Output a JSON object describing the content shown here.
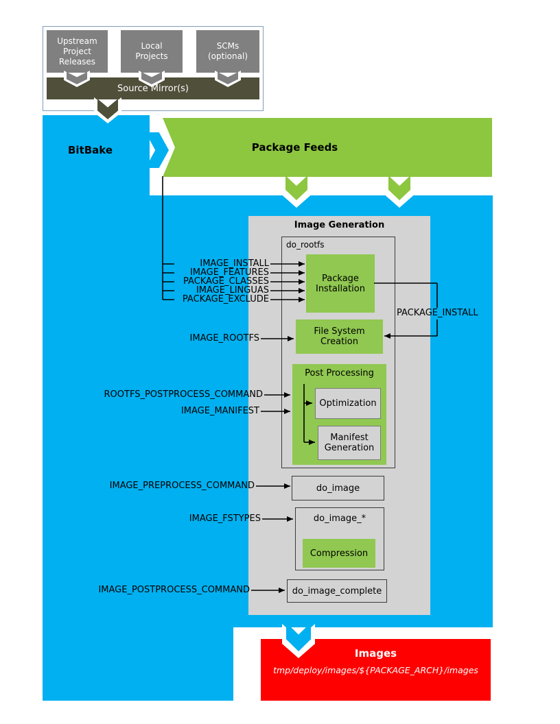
{
  "colors": {
    "cyan": "#00b0f0",
    "green": "#8dc63f",
    "panel_gray": "#d3d3d3",
    "box_gray": "#808080",
    "olive": "#4f4f3a",
    "red": "#fe0000"
  },
  "source_section": {
    "boxes": [
      {
        "label": "Upstream\nProject\nReleases"
      },
      {
        "label": "Local\nProjects"
      },
      {
        "label": "SCMs\n(optional)"
      }
    ],
    "mirror_label": "Source Mirror(s)"
  },
  "bitbake_label": "BitBake",
  "package_feeds_label": "Package Feeds",
  "image_generation": {
    "title": "Image Generation",
    "do_rootfs_label": "do_rootfs",
    "package_installation": "Package\nInstallation",
    "file_system_creation": "File System\nCreation",
    "post_processing": "Post Processing",
    "optimization": "Optimization",
    "manifest_generation": "Manifest\nGeneration",
    "do_image": "do_image",
    "do_image_star": "do_image_*",
    "compression": "Compression",
    "do_image_complete": "do_image_complete"
  },
  "variables": {
    "image_install": "IMAGE_INSTALL",
    "image_features": "IMAGE_FEATURES",
    "package_classes": "PACKAGE_CLASSES",
    "image_linguas": "IMAGE_LINGUAS",
    "package_exclude": "PACKAGE_EXCLUDE",
    "package_install": "PACKAGE_INSTALL",
    "image_rootfs": "IMAGE_ROOTFS",
    "rootfs_postprocess_command": "ROOTFS_POSTPROCESS_COMMAND",
    "image_manifest": "IMAGE_MANIFEST",
    "image_preprocess_command": "IMAGE_PREPROCESS_COMMAND",
    "image_fstypes": "IMAGE_FSTYPES",
    "image_postprocess_command": "IMAGE_POSTPROCESS_COMMAND"
  },
  "images_box": {
    "title": "Images",
    "path": "tmp/deploy/images/${PACKAGE_ARCH}/images"
  }
}
